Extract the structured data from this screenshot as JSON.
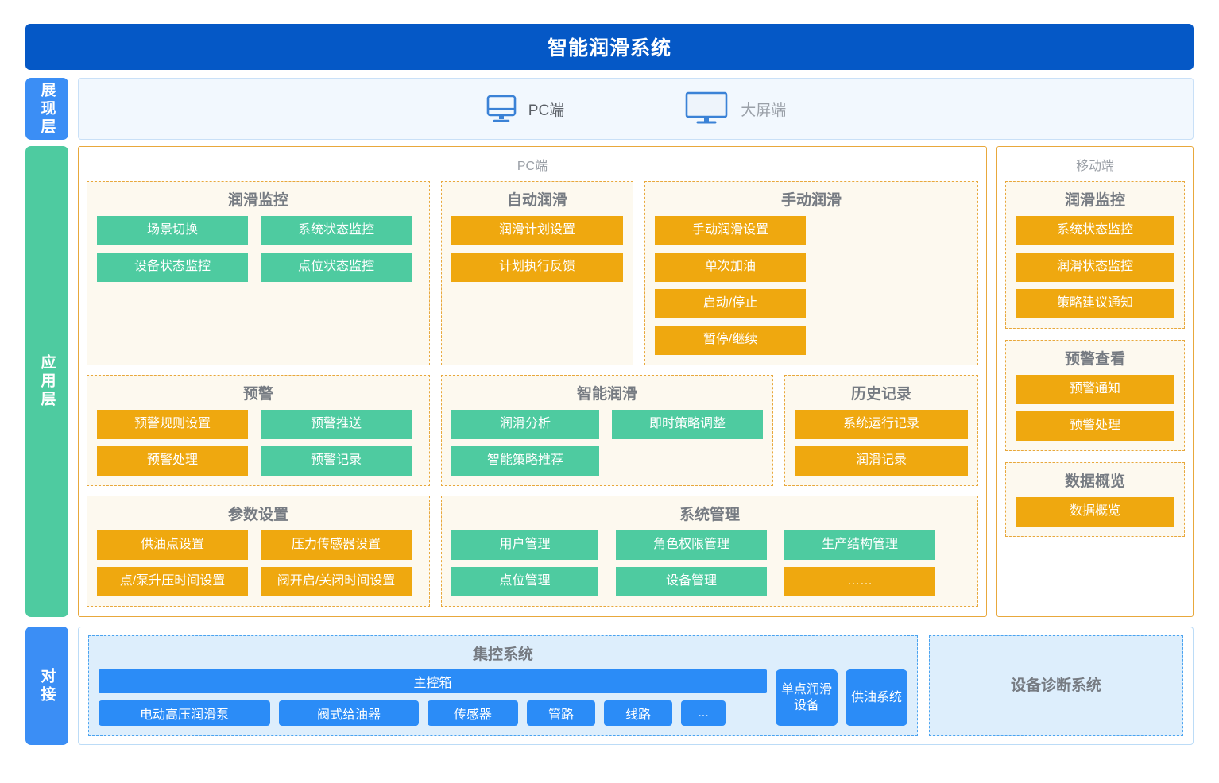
{
  "header": {
    "title": "智能润滑系统"
  },
  "layers": {
    "presentation": {
      "tag": "展现层"
    },
    "application": {
      "tag": "应用层"
    },
    "docking": {
      "tag": "对接"
    }
  },
  "presentation": {
    "terminals": [
      {
        "label": "PC端",
        "icon": "desktop-monitor-icon"
      },
      {
        "label": "大屏端",
        "icon": "large-screen-icon"
      }
    ]
  },
  "application": {
    "pc": {
      "caption": "PC端",
      "groups": [
        {
          "title": "润滑监控",
          "chips": [
            {
              "label": "场景切换",
              "color": "green"
            },
            {
              "label": "系统状态监控",
              "color": "green"
            },
            {
              "label": "设备状态监控",
              "color": "green"
            },
            {
              "label": "点位状态监控",
              "color": "green"
            }
          ]
        },
        {
          "title": "自动润滑",
          "chips": [
            {
              "label": "润滑计划设置",
              "color": "orange"
            },
            {
              "label": "计划执行反馈",
              "color": "orange"
            }
          ]
        },
        {
          "title": "手动润滑",
          "chips": [
            {
              "label": "手动润滑设置",
              "color": "orange"
            },
            {
              "label": "单次加油",
              "color": "orange"
            },
            {
              "label": "启动/停止",
              "color": "orange"
            },
            {
              "label": "暂停/继续",
              "color": "orange"
            }
          ]
        },
        {
          "title": "预警",
          "chips": [
            {
              "label": "预警规则设置",
              "color": "orange"
            },
            {
              "label": "预警推送",
              "color": "green"
            },
            {
              "label": "预警处理",
              "color": "orange"
            },
            {
              "label": "预警记录",
              "color": "green"
            }
          ]
        },
        {
          "title": "智能润滑",
          "chips": [
            {
              "label": "润滑分析",
              "color": "green"
            },
            {
              "label": "即时策略调整",
              "color": "green"
            },
            {
              "label": "智能策略推荐",
              "color": "green"
            }
          ]
        },
        {
          "title": "历史记录",
          "chips": [
            {
              "label": "系统运行记录",
              "color": "orange"
            },
            {
              "label": "润滑记录",
              "color": "orange"
            }
          ]
        },
        {
          "title": "参数设置",
          "chips": [
            {
              "label": "供油点设置",
              "color": "orange"
            },
            {
              "label": "压力传感器设置",
              "color": "orange"
            },
            {
              "label": "点/泵升压时间设置",
              "color": "orange"
            },
            {
              "label": "阀开启/关闭时间设置",
              "color": "orange"
            }
          ]
        },
        {
          "title": "系统管理",
          "chips": [
            {
              "label": "用户管理",
              "color": "green"
            },
            {
              "label": "角色权限管理",
              "color": "green"
            },
            {
              "label": "生产结构管理",
              "color": "green"
            },
            {
              "label": "点位管理",
              "color": "green"
            },
            {
              "label": "设备管理",
              "color": "green"
            },
            {
              "label": "……",
              "color": "orange"
            }
          ]
        }
      ]
    },
    "mobile": {
      "caption": "移动端",
      "groups": [
        {
          "title": "润滑监控",
          "chips": [
            {
              "label": "系统状态监控",
              "color": "orange"
            },
            {
              "label": "润滑状态监控",
              "color": "orange"
            },
            {
              "label": "策略建议通知",
              "color": "orange"
            }
          ]
        },
        {
          "title": "预警查看",
          "chips": [
            {
              "label": "预警通知",
              "color": "orange"
            },
            {
              "label": "预警处理",
              "color": "orange"
            }
          ]
        },
        {
          "title": "数据概览",
          "chips": [
            {
              "label": "数据概览",
              "color": "orange"
            }
          ]
        }
      ]
    }
  },
  "docking": {
    "central": {
      "title": "集控系统",
      "main_box": "主控箱",
      "devices": [
        "电动高压润滑泵",
        "阀式给油器",
        "传感器",
        "管路",
        "线路",
        "..."
      ],
      "tall_chips": [
        "单点润滑设备",
        "供油系统"
      ]
    },
    "diagnostic": {
      "title": "设备诊断系统"
    }
  },
  "colors": {
    "header_blue": "#0558c6",
    "tag_blue": "#3b8ef5",
    "tag_green": "#4ecba0",
    "chip_green": "#4ecba0",
    "chip_orange": "#efa80f",
    "dock_blue": "#2b8cf7",
    "dock_bg": "#ddeefc",
    "group_bg": "#fdf9ef",
    "group_border": "#e8a83c"
  }
}
